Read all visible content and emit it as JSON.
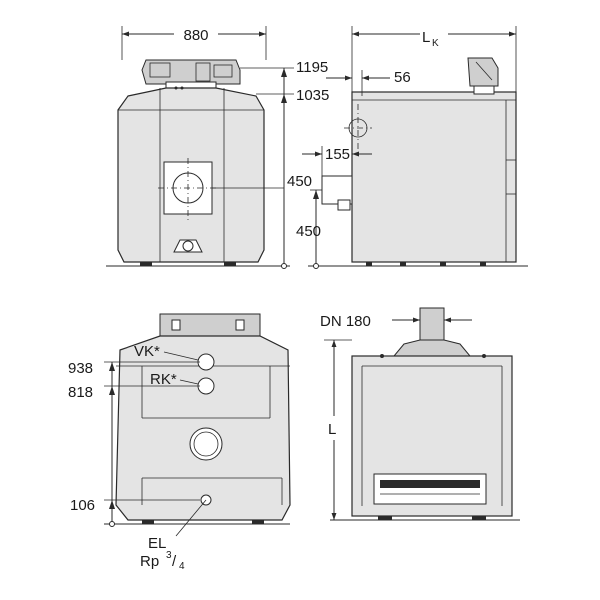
{
  "dimensions": {
    "width_880": "880",
    "lk_main": "L",
    "lk_sub": "K",
    "h1195": "1195",
    "h1035": "1035",
    "d56": "56",
    "d155": "155",
    "h450_front": "450",
    "h450_side": "450",
    "dn180": "DN 180",
    "h938": "938",
    "h818": "818",
    "h106": "106",
    "l_length": "L"
  },
  "labels": {
    "vk": "VK*",
    "rk": "RK*",
    "el": "EL",
    "rp": "Rp",
    "rp_num": "3",
    "rp_den": "4",
    "rp_slash": "/"
  }
}
